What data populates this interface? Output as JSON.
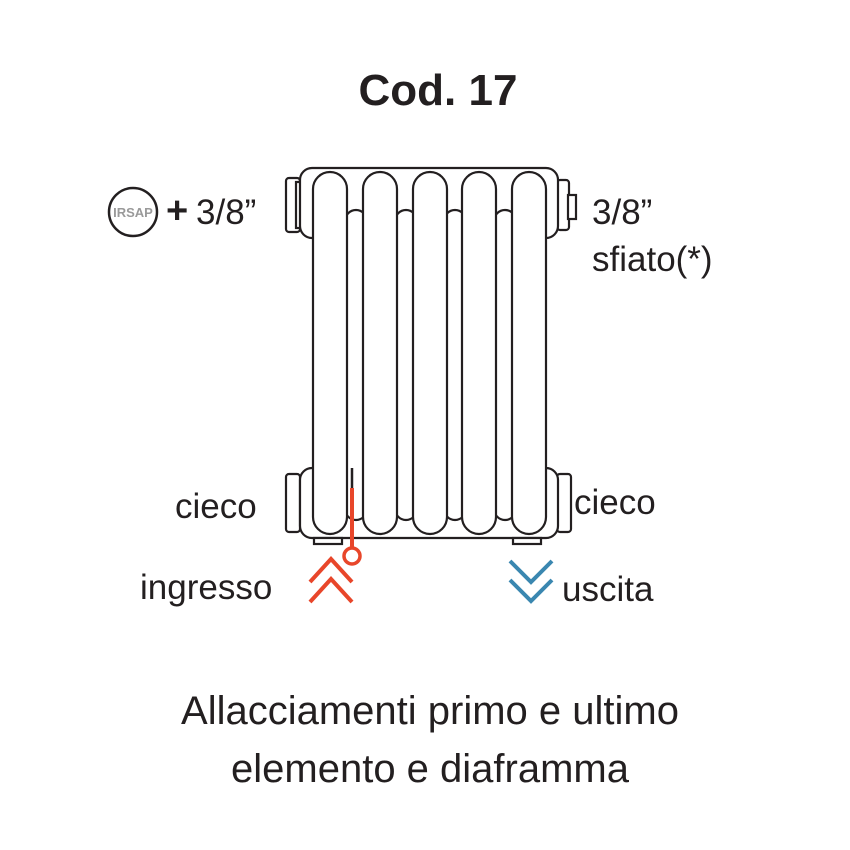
{
  "title": "Cod. 17",
  "logo": {
    "text": "IRSAP",
    "icon": "irsap-logo-circle"
  },
  "labels": {
    "top_left_plus": "+",
    "top_left": "3/8”",
    "top_right_size": "3/8”",
    "top_right_vent": "sfiato(*)",
    "bottom_left": "cieco",
    "bottom_right": "cieco",
    "inlet": "ingresso",
    "outlet": "uscita"
  },
  "caption": {
    "line1": "Allacciamenti primo e ultimo",
    "line2": "elemento e diaframma"
  },
  "colors": {
    "text": "#231f20",
    "inlet": "#e8462a",
    "outlet": "#3a87b0",
    "logo_text": "#9a9a9a"
  }
}
